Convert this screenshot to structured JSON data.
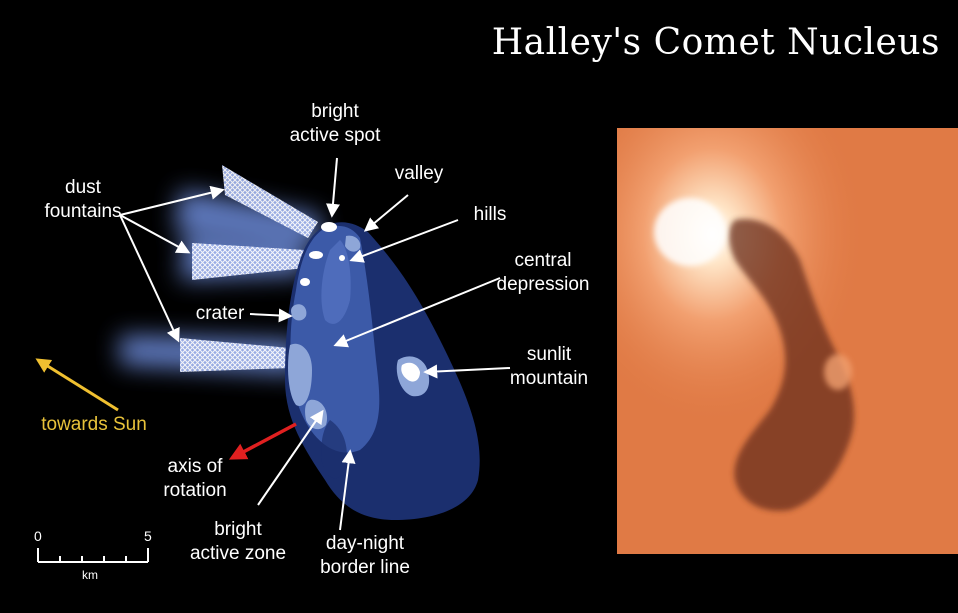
{
  "title": "Halley's Comet Nucleus",
  "labels": {
    "dust_fountains": "dust\nfountains",
    "bright_active_spot": "bright\nactive spot",
    "valley": "valley",
    "hills": "hills",
    "central_depression": "central\ndepression",
    "crater": "crater",
    "sunlit_mountain": "sunlit\nmountain",
    "towards_sun": "towards Sun",
    "axis_of_rotation": "axis of\nrotation",
    "bright_active_zone": "bright\nactive zone",
    "day_night_border": "day-night\nborder line"
  },
  "scale_bar": {
    "min": "0",
    "max": "5",
    "unit": "km"
  },
  "colors": {
    "background": "#000000",
    "nucleus_dark": "#1b2f6e",
    "nucleus_mid": "#3c5aa8",
    "nucleus_light": "#8ea6d8",
    "dust_glow": "#6f8fe0",
    "sun_arrow": "#f0c030",
    "rotation_arrow": "#e02020",
    "photo_orange": "#e07a45",
    "photo_shadow": "#6b2f1c"
  }
}
